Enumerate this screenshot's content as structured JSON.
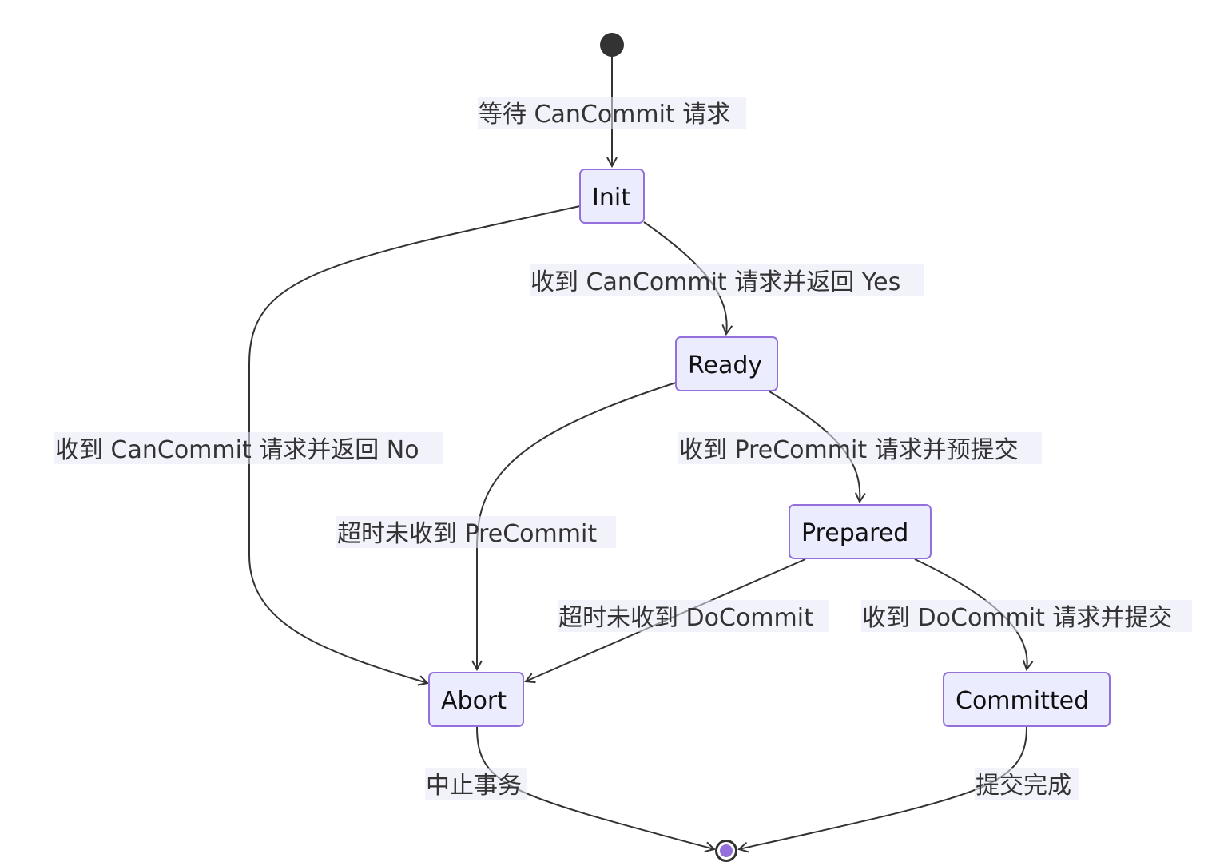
{
  "states": {
    "init": "Init",
    "ready": "Ready",
    "prepared": "Prepared",
    "abort": "Abort",
    "committed": "Committed"
  },
  "transitions": {
    "start_to_init": "等待 CanCommit 请求",
    "init_to_ready": "收到 CanCommit 请求并返回 Yes",
    "init_to_abort": "收到 CanCommit 请求并返回 No",
    "ready_to_prepared": "收到 PreCommit 请求并预提交",
    "ready_to_abort": "超时未收到 PreCommit",
    "prepared_to_abort": "超时未收到 DoCommit",
    "prepared_to_committed": "收到 DoCommit 请求并提交",
    "abort_to_end": "中止事务",
    "committed_to_end": "提交完成"
  },
  "colors": {
    "node_fill": "#ECECFF",
    "node_border": "#9370DB",
    "edge": "#333333",
    "end_dot": "#9370DB"
  }
}
